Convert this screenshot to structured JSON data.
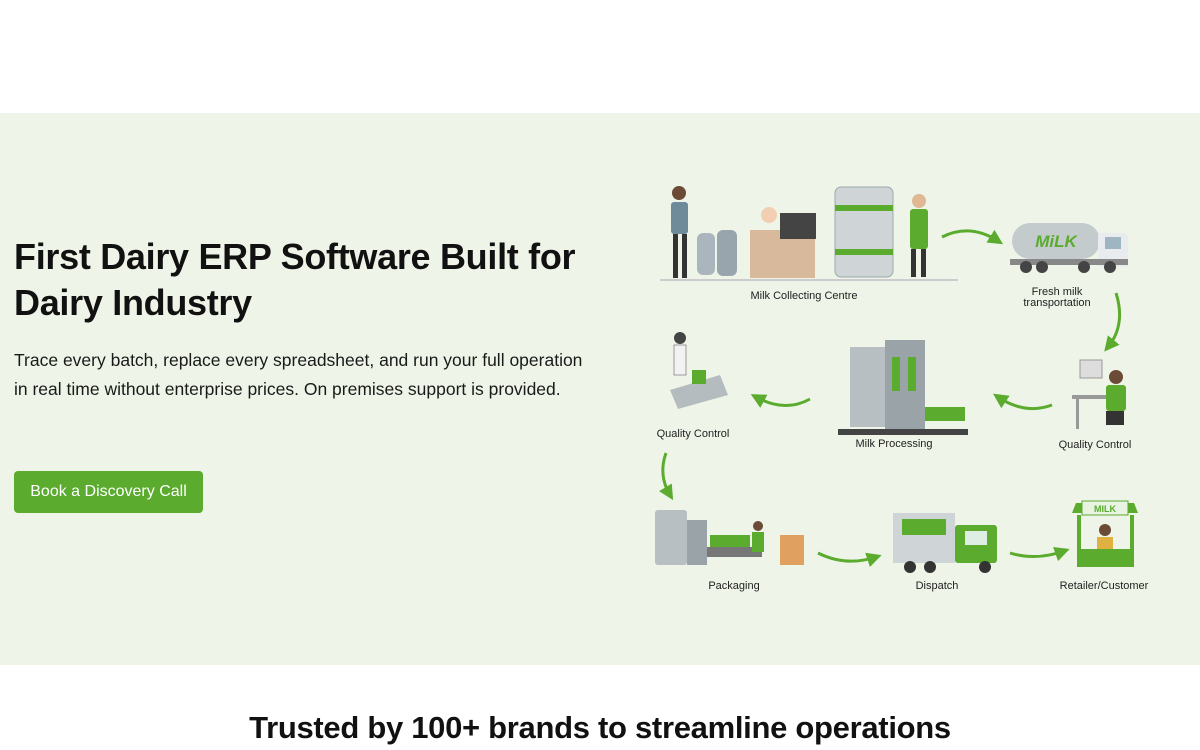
{
  "hero": {
    "title_line1": "First Dairy ERP Software Built for",
    "title_line2": "Dairy Industry",
    "subtitle": "Trace every batch, replace every spreadsheet, and run your full operation in real time without enterprise prices. On premises support is provided.",
    "cta_label": "Book a Discovery Call"
  },
  "diagram": {
    "stages": {
      "collecting": "Milk Collecting Centre",
      "transport_line1": "Fresh milk",
      "transport_line2": "transportation",
      "qc_right": "Quality Control",
      "processing": "Milk Processing",
      "qc_left": "Quality Control",
      "packaging": "Packaging",
      "dispatch": "Dispatch",
      "retailer": "Retailer/Customer"
    },
    "tanker_text": "MiLK",
    "stall_text": "MILK"
  },
  "trusted": {
    "heading": "Trusted by 100+ brands to streamline operations"
  },
  "colors": {
    "accent": "#5aab2e",
    "hero_bg": "#eef5e8",
    "text": "#111111"
  }
}
